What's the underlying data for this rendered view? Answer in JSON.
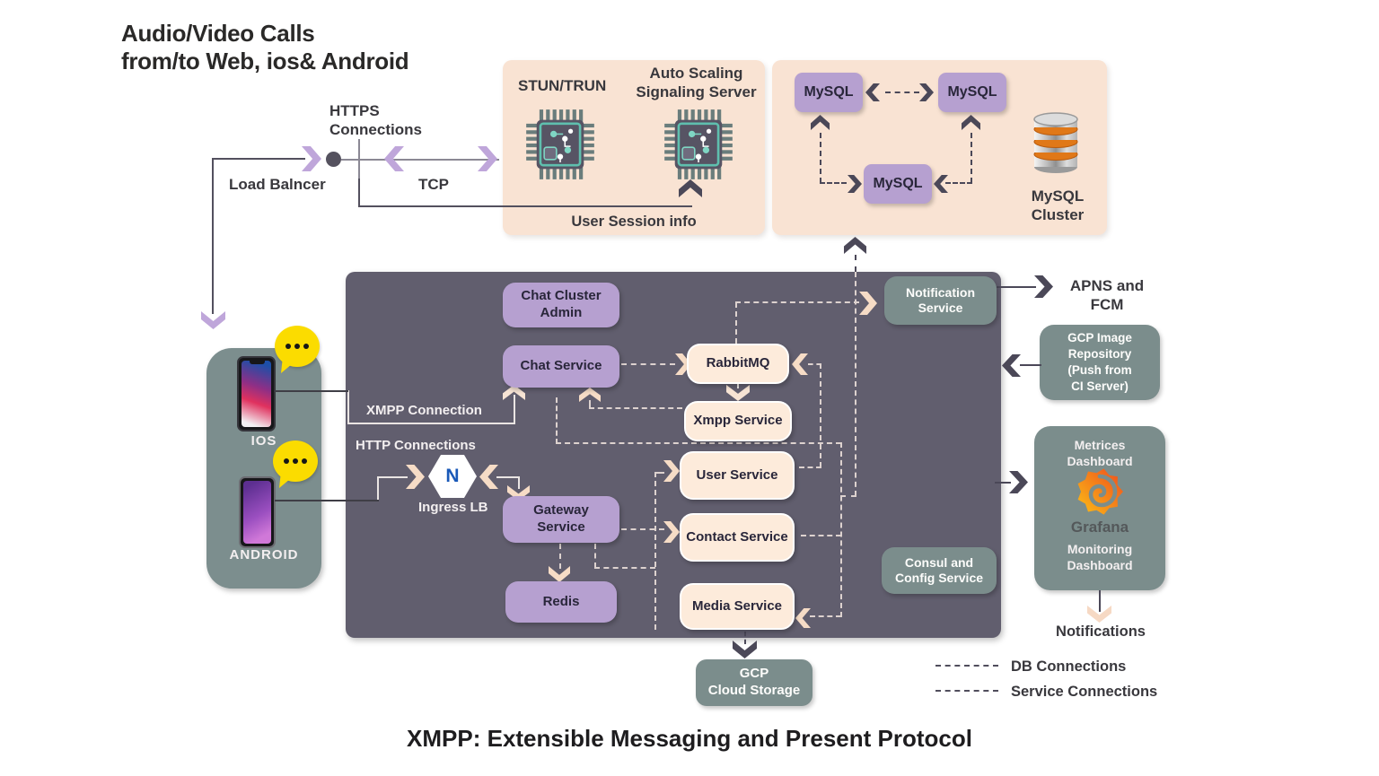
{
  "titles": {
    "header": "Audio/Video Calls\nfrom/to Web, ios& Android",
    "footer": "XMPP: Extensible Messaging and Present Protocol"
  },
  "edge_labels": {
    "https": "HTTPS\nConnections",
    "load_balancer": "Load Balncer",
    "tcp": "TCP",
    "user_session": "User Session info",
    "xmpp_connection": "XMPP Connection",
    "http_connections": "HTTP Connections",
    "ingress_lb": "Ingress LB",
    "ingress_letter": "N",
    "apns_fcm": "APNS and\nFCM",
    "notifications": "Notifications"
  },
  "signaling_panel": {
    "stun": "STUN/TRUN",
    "auto_scaling": "Auto Scaling\nSignaling Server"
  },
  "mysql_panel": {
    "node1": "MySQL",
    "node2": "MySQL",
    "node3": "MySQL",
    "cluster": "MySQL\nCluster"
  },
  "clients": {
    "ios": "IOS",
    "android": "ANDROID"
  },
  "services": {
    "chat_cluster_admin": "Chat Cluster\nAdmin",
    "chat_service": "Chat Service",
    "rabbitmq": "RabbitMQ",
    "xmpp_service": "Xmpp Service",
    "user_service": "User Service",
    "contact_service": "Contact Service",
    "media_service": "Media Service",
    "gateway_service": "Gateway\nService",
    "redis": "Redis",
    "notification_service": "Notification\nService",
    "consul": "Consul and\nConfig Service"
  },
  "external": {
    "gcp_repo": "GCP  Image\nRepository\n(Push from\nCI Server)",
    "metrics_dashboard": "Metrices\nDashboard",
    "grafana": "Grafana",
    "monitoring_dashboard": "Monitoring\nDashboard",
    "gcp_storage": "GCP\nCloud Storage"
  },
  "legend": {
    "db": "DB Connections",
    "service": "Service Connections"
  },
  "colors": {
    "panel_pink": "#f9e3d3",
    "panel_dark": "#615e6e",
    "node_purple": "#b6a0d0",
    "node_cream": "#fdebdb",
    "node_sage": "#7b8d8c",
    "arrow_purple": "#bfa6da",
    "arrow_cream": "#f6dcc6",
    "arrow_dark": "#4b4858",
    "bubble_yellow": "#fbdc00",
    "grafana_orange": "#f05a28",
    "nginx_blue": "#1959b8"
  }
}
